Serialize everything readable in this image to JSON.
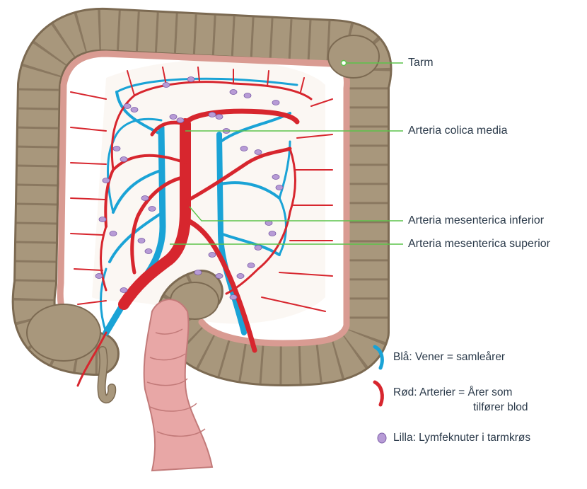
{
  "labels": {
    "tarm": "Tarm",
    "arteria_colica_media": "Arteria colica media",
    "arteria_mesenterica_inferior": "Arteria mesenterica inferior",
    "arteria_mesenterica_superior": "Arteria mesenterica superior"
  },
  "legend": {
    "veins": "Blå: Vener = samleårer",
    "arteries_line1": "Rød: Arterier = Årer som",
    "arteries_line2": "tilfører blod",
    "lymph": "Lilla: Lymfeknuter i tarmkrøs"
  },
  "colors": {
    "intestine": "#a8977c",
    "intestine_dark": "#7c6a52",
    "mucosa": "#d99b92",
    "artery": "#d7262e",
    "vein": "#1aa3d6",
    "lymph": "#b79bd6",
    "leader_line": "#5cc44a",
    "rectum": "#e8a7a6"
  }
}
